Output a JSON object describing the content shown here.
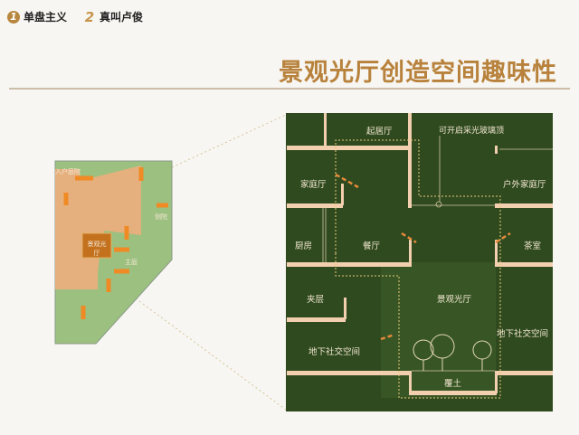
{
  "nav": {
    "items": [
      {
        "number": "1",
        "label": "单盘主义"
      },
      {
        "number": "2",
        "label": "真叫卢俊"
      }
    ]
  },
  "page_title": "景观光厅创造空间趣味性",
  "plan": {
    "labels": {
      "entry_court": "入户庭院",
      "light_hall": "景观光厅",
      "side_court": "侧院",
      "main_court": "主庭"
    }
  },
  "section": {
    "labels": {
      "living": "起居厅",
      "skylight": "可开启采光玻璃顶",
      "family_room": "家庭厅",
      "outdoor_family": "户外家庭厅",
      "kitchen": "厨房",
      "dining": "餐厅",
      "tea_room": "茶室",
      "light_hall": "景观光厅",
      "mezzanine": "夹层",
      "social_left": "地下社交空间",
      "social_right": "地下社交空间",
      "soil": "覆土"
    }
  },
  "colors": {
    "accent": "#b8823c",
    "panel": "#2f4a1f",
    "slab": "#f2cfae",
    "orange": "#f08a24"
  }
}
